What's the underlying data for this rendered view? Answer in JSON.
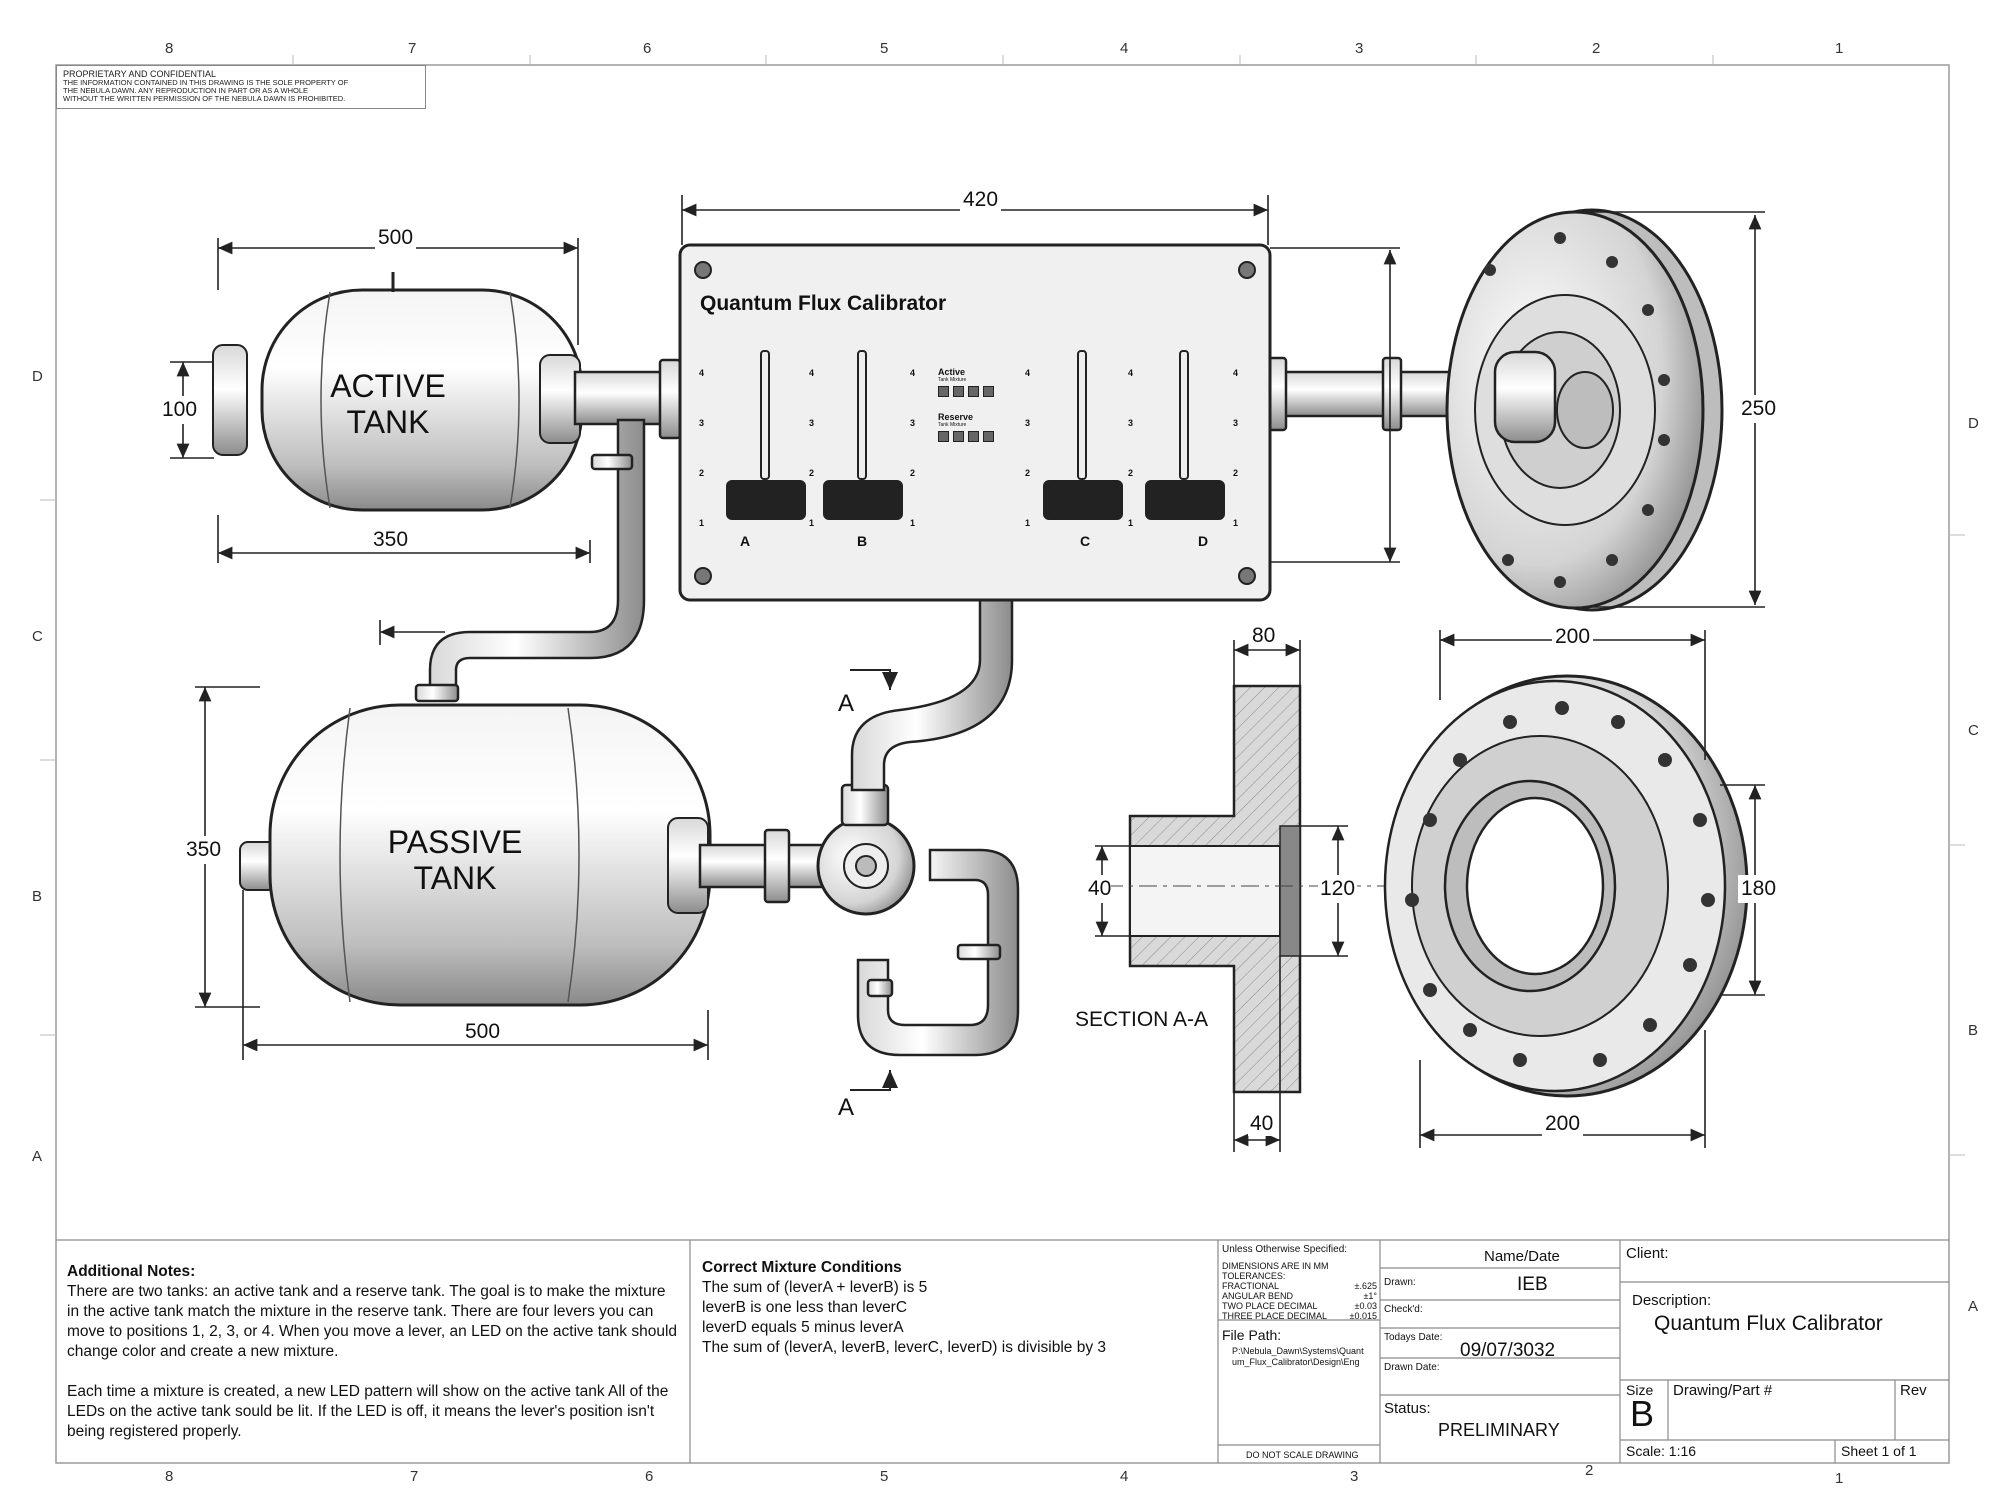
{
  "confidential": {
    "line1": "PROPRIETARY AND CONFIDENTIAL",
    "line2": "THE INFORMATION CONTAINED IN THIS DRAWING IS THE SOLE PROPERTY OF",
    "line3": "THE NEBULA DAWN.  ANY REPRODUCTION IN PART OR AS A WHOLE",
    "line4": "WITHOUT THE WRITTEN PERMISSION OF THE NEBULA DAWN IS PROHIBITED."
  },
  "border": {
    "top_numbers": [
      "8",
      "7",
      "6",
      "5",
      "4",
      "3",
      "2",
      "1"
    ],
    "bottom_numbers": [
      "8",
      "7",
      "6",
      "5",
      "4",
      "3",
      "2",
      "1"
    ],
    "left_letters": [
      "D",
      "C",
      "B",
      "A"
    ],
    "right_letters": [
      "D",
      "C",
      "B",
      "A"
    ]
  },
  "tanks": {
    "active_line1": "ACTIVE",
    "active_line2": "TANK",
    "passive_line1": "PASSIVE",
    "passive_line2": "TANK"
  },
  "dimensions": {
    "active_width": "500",
    "active_height": "100",
    "active_lower": "350",
    "passive_height": "350",
    "passive_width": "500",
    "panel_width": "420",
    "flange_height": "250",
    "section_top": "80",
    "section_bottom": "40",
    "section_left": "40",
    "section_mid": "120",
    "ring_top": "200",
    "ring_bottom": "200",
    "ring_right": "180"
  },
  "panel": {
    "title": "Quantum Flux Calibrator",
    "levers": [
      "A",
      "B",
      "C",
      "D"
    ],
    "scale": [
      "4",
      "3",
      "2",
      "1"
    ],
    "active_label": "Active",
    "active_sub": "Tank Mixture",
    "reserve_label": "Reserve",
    "reserve_sub": "Tank Mixture"
  },
  "section": {
    "marker": "A",
    "label": "SECTION A-A"
  },
  "notes": {
    "heading": "Additional Notes:",
    "p1": "There are two tanks: an active tank and a reserve tank. The goal is to make the mixture in the active tank match the mixture in the reserve tank. There are four levers you can move to positions 1, 2, 3, or 4. When you move a lever, an LED on the active tank should change color and create a new mixture.",
    "p2": "Each time a mixture is created, a new LED pattern will show on the active tank All of the LEDs on the active tank sould be lit. If the LED is off, it means the lever's position isn't being registered properly."
  },
  "conditions": {
    "heading": "Correct Mixture Conditions",
    "c1": "The sum of (leverA + leverB) is 5",
    "c2": "leverB is one less than leverC",
    "c3": "leverD equals 5 minus leverA",
    "c4": "The sum of (leverA, leverB, leverC, leverD) is divisible by 3"
  },
  "title_block": {
    "unless": "Unless Otherwise Specified:",
    "dims_mm": "DIMENSIONS ARE IN MM",
    "tolerances": "TOLERANCES:",
    "fractional": "FRACTIONAL",
    "fractional_val": "±.625",
    "angular": "ANGULAR BEND",
    "angular_val": "±1°",
    "two_place": "TWO PLACE DECIMAL",
    "two_place_val": "±0.03",
    "three_place": "THREE PLACE DECIMAL",
    "three_place_val": "±0.015",
    "file_path_label": "File Path:",
    "file_path_1": "P:\\Nebula_Dawn\\Systems\\Quant",
    "file_path_2": "um_Flux_Calibrator\\Design\\Eng",
    "do_not_scale": "DO NOT SCALE DRAWING",
    "name_date": "Name/Date",
    "drawn_label": "Drawn:",
    "drawn_value": "IEB",
    "checkd_label": "Check'd:",
    "today_label": "Todays Date:",
    "today_value": "09/07/3032",
    "drawn_date_label": "Drawn Date:",
    "status_label": "Status:",
    "status_value": "PRELIMINARY",
    "client_label": "Client:",
    "description_label": "Description:",
    "description_value": "Quantum Flux Calibrator",
    "size_label": "Size",
    "size_value": "B",
    "part_label": "Drawing/Part #",
    "rev_label": "Rev",
    "scale": "Scale: 1:16",
    "sheet": "Sheet 1 of 1"
  }
}
